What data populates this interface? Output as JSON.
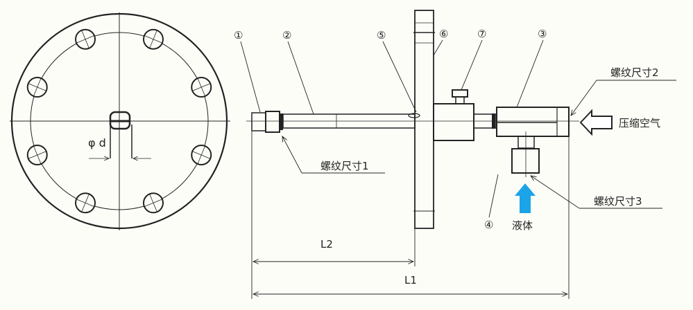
{
  "labels": {
    "part1": "①",
    "part2": "②",
    "part3": "③",
    "part4": "④",
    "part5": "⑤",
    "part6": "⑥",
    "part7": "⑦",
    "thread1": "螺纹尺寸1",
    "thread2": "螺纹尺寸2",
    "thread3": "螺纹尺寸3",
    "compressed_air": "压缩空气",
    "liquid": "液体",
    "diameter": "φ d",
    "L1": "L1",
    "L2": "L2"
  },
  "colors": {
    "liquid_arrow": "#1ca3e8",
    "line": "#222222",
    "background": "#fdfdf8"
  },
  "flange": {
    "bolt_hole_count": 8
  }
}
